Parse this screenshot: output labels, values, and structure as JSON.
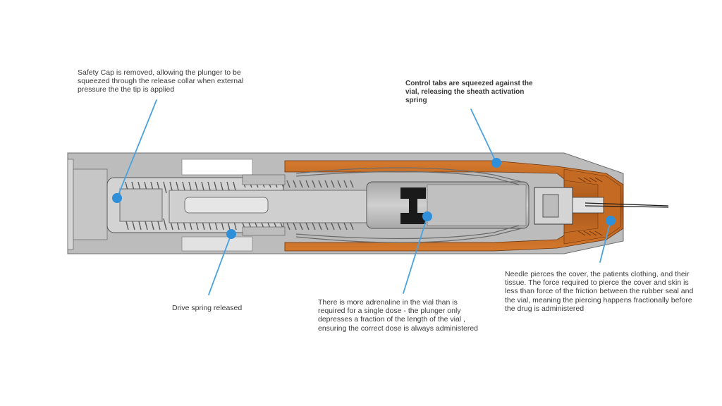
{
  "annotations": {
    "safety_cap": "Safety Cap is removed, allowing the plunger to be squeezed through the release collar when external pressure the the tip is applied",
    "control_tabs": "Control tabs are squeezed against the vial, releasing the sheath activation spring",
    "drive_spring": "Drive spring released",
    "adrenaline": "There is more adrenaline in the vial than is required for a single dose - the plunger only depresses a fraction of the length of the vial , ensuring the correct dose is always administered",
    "needle": "Needle pierces the cover, the patients clothing, and their tissue. The force required to pierce the cover and skin is less than force of the friction between the rubber seal and the vial, meaning the piercing happens fractionally before the drug is administered"
  },
  "colors": {
    "accent_dot": "#2f8fd8",
    "leader_line": "#4aa3e0",
    "body_gray": "#bdbdbd",
    "orange_part": "#b8621e"
  }
}
